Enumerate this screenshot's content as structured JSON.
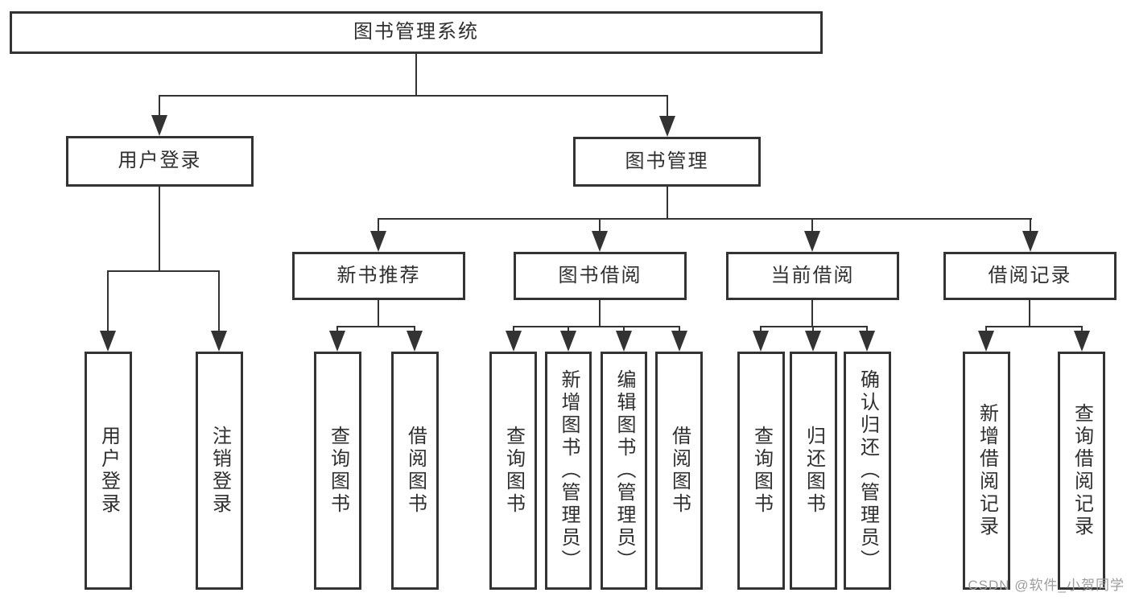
{
  "colors": {
    "line": "#333333",
    "box_border": "#333333",
    "box_fill": "#ffffff",
    "text": "#2f2f2f",
    "watermark": "#9c9c9c"
  },
  "nodes": {
    "root": "图书管理系统",
    "level2": [
      "用户登录",
      "图书管理"
    ],
    "level3": [
      "新书推荐",
      "图书借阅",
      "当前借阅",
      "借阅记录"
    ],
    "leaves_user_login": [
      "用户登录",
      "注销登录"
    ],
    "leaves_new_book": [
      "查询图书",
      "借阅图书"
    ],
    "leaves_book_borrow": [
      "查询图书",
      "新增图书（管理员）",
      "编辑图书（管理员）",
      "借阅图书"
    ],
    "leaves_current_borrow": [
      "查询图书",
      "归还图书",
      "确认归还（管理员）"
    ],
    "leaves_borrow_records": [
      "新增借阅记录",
      "查询借阅记录"
    ]
  },
  "watermark": {
    "text": "CSDN @软件_小贺同学"
  }
}
